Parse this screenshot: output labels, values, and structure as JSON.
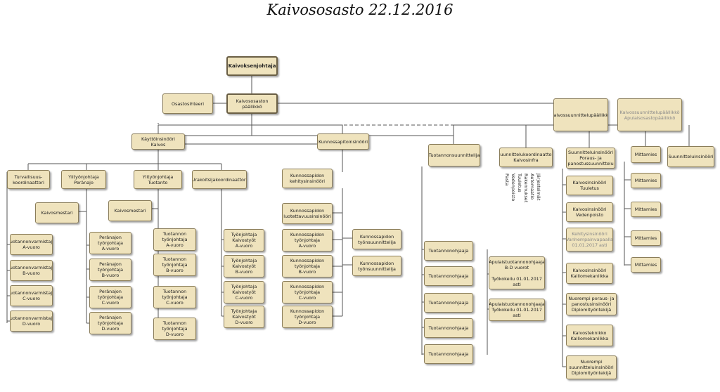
{
  "title": "Kaivososasto 22.12.2016",
  "boxes": {
    "kaivoksenjohtaja": "Kaivoksenjohtaja",
    "osastosihteeri": "Osastosihteeri",
    "kaivososaston_paallikko": "Kaivososaston päällikkö",
    "kaivossuunnittelupaallikko": "Kaivossuunnittelupäällikkö",
    "kaivossuunnittelupaallikko_apulainen": "Kaivossuunnittelupäällikkö\nApulaisosastopäällikkö",
    "kayttoinsinoori": "Käyttöinsinööri Kaivos",
    "kunnossapitoinsinoori": "Kunnossapitoinsinööri",
    "tuotannonsuunnittelija": "Tuotannonsuunnittelija",
    "suunnittelukoordinaattori": "Suunnittelukoordinaattori\nKaivosinfra",
    "turvallisuuskoordinaattori": "Turvallisuus-\nkoordinaattori",
    "ylityonjohtaja_peranajo": "Ylityönjohtaja\nPeränajo",
    "ylityonjohtaja_tuotanto": "Ylityönjohtaja Tuotanto",
    "urakoitsijakoordinaattori": "Urakoitsijakoordinaattori",
    "kaivosmestari_1": "Kaivosmestari",
    "kaivosmestari_2": "Kaivosmestari",
    "kunnossapidon_kehitysinsinoori": "Kunnossapidon\nkehitysinsinööri",
    "kunnossapidon_luotettavuusinsinoori": "Kunnossapidon\nluotettavuusinsinööri",
    "tv_a": "Tuotannonvarmistaja\nA-vuoro",
    "tv_b": "Tuotannonvarmistaja\nB-vuoro",
    "tv_c": "Tuotannonvarmistaja\nC-vuoro",
    "tv_d": "Tuotannonvarmistaja\nD-vuoro",
    "pt_a": "Peränajon\ntyönjohtaja\nA-vuoro",
    "pt_b": "Peränajon\ntyönjohtaja\nB-vuoro",
    "pt_c": "Peränajon\ntyönjohtaja\nC-vuoro",
    "pt_d": "Peränajon\ntyönjohtaja\nD-vuoro",
    "tt_a": "Tuotannon\ntyönjohtaja\nA-vuoro",
    "tt_b": "Tuotannon\ntyönjohtaja\nB-vuoro",
    "tt_c": "Tuotannon\ntyönjohtaja\nC-vuoro",
    "tt_d": "Tuotannon\ntyönjohtaja\nD-vuoro",
    "tk_a": "Työnjohtaja\nKaivostyöt\nA-vuoro",
    "tk_b": "Työnjohtaja\nKaivostyöt\nB-vuoro",
    "tk_c": "Työnjohtaja\nKaivostyöt\nC-vuoro",
    "tk_d": "Työnjohtaja\nKaivostyöt\nD-vuoro",
    "kt_a": "Kunnossapidon\ntyönjohtaja\nA-vuoro",
    "kt_b": "Kunnossapidon\ntyönjohtaja\nB-vuoro",
    "kt_c": "Kunnossapidon\ntyönjohtaja\nC-vuoro",
    "kt_d": "Kunnossapidon\ntyönjohtaja\nD-vuoro",
    "kunnossapidon_tyonsuunnittelija_1": "Kunnossapidon\ntyönsuunnittelija",
    "kunnossapidon_tyonsuunnittelija_2": "Kunnossapidon\ntyönsuunnittelija",
    "tuotannonohjaaja_1": "Tuotannonohjaaja",
    "tuotannonohjaaja_2": "Tuotannonohjaaja",
    "tuotannonohjaaja_3": "Tuotannonohjaaja",
    "tuotannonohjaaja_4": "Tuotannonohjaaja",
    "tuotannonohjaaja_5": "Tuotannonohjaaja",
    "apulaistuotannonohjaaja_bd": "Apulaistuotannonohjaaja\nB-D vuorot\n\nTyökokeilu 01.01.2017\nasti",
    "apulaistuotannonohjaaja_2": "Apulaistuotannonohjaaja\nTyökokeilu 01.01.2017\nasti",
    "suunnitteluinsinoori_porauspanostus": "Suunnitteluinsinööri\nPoraus- ja\npanostussuunnittelu",
    "kaivosinsinoori_tuuletus": "Kaivosinsinööri\nTuuletus",
    "kaivosinsinoori_vedenpoisto": "Kaivosinsinööri\nVedenpoisto",
    "kehitysinsinoori": "Kehitysinsinööri\nVanhempainvapaalla\n01.01.2017 asti",
    "kaivosinsinoori_kalliomekaniikka": "Kaivosinsinööri\nKalliomekaniikka",
    "nuorempi_poraus": "Nuorempi poraus- ja\npanostusinsinööri\nDiplomityöntekijä",
    "kaivosteknikko": "Kaivosteknikko\nKalliomekaniikka",
    "nuorempi_suunnittelu": "Nuorempi\nsuunnitteluinsinööri\nDiplomityöntekijä",
    "mittamies_1": "Mittamies",
    "mittamies_2": "Mittamies",
    "mittamies_3": "Mittamies",
    "mittamies_4": "Mittamies",
    "mittamies_5": "Mittamies",
    "suunnitteluinsinoori": "Suunnitteluinsinööri"
  },
  "infra_list": "Järjestelmät\nAutomaatio\nRakennukset\nTuuletus\nVedenpoisto\nPasta"
}
